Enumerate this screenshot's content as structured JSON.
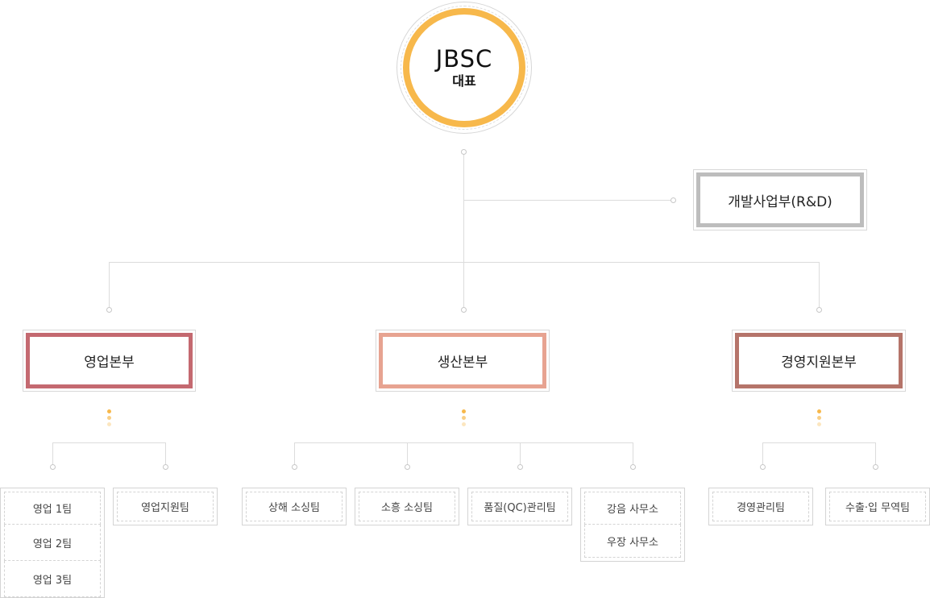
{
  "ceo": {
    "name": "JBSC",
    "title": "대표"
  },
  "rnd": {
    "label": "개발사업부(R&D)",
    "color": "#bdbdbd"
  },
  "divisions": [
    {
      "label": "영업본부",
      "color": "#c46970",
      "teams": [
        {
          "items": [
            "영업 1팀",
            "영업 2팀",
            "영업 3팀"
          ]
        },
        {
          "items": [
            "영업지원팀"
          ]
        }
      ]
    },
    {
      "label": "생산본부",
      "color": "#e7a391",
      "teams": [
        {
          "items": [
            "상해 소싱팀"
          ]
        },
        {
          "items": [
            "소흥 소싱팀"
          ]
        },
        {
          "items": [
            "품질(QC)관리팀"
          ]
        },
        {
          "items": [
            "강음 사무소",
            "우장 사무소"
          ]
        }
      ]
    },
    {
      "label": "경영지원본부",
      "color": "#b5746a",
      "teams": [
        {
          "items": [
            "경영관리팀"
          ]
        },
        {
          "items": [
            "수출·입 무역팀"
          ]
        }
      ]
    }
  ],
  "colors": {
    "ceo_ring": "#f7b84b",
    "line": "#dcdcdc",
    "indicator": "#f7b84b"
  }
}
